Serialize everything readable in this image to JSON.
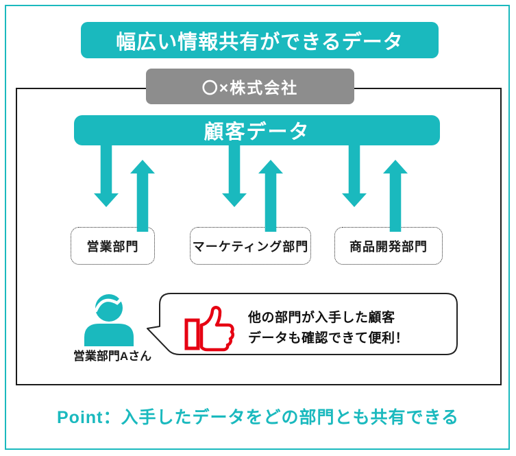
{
  "colors": {
    "teal": "#1ab9be",
    "gray": "#8d8d8d",
    "red": "#e60012",
    "border_black": "#1a1a1a"
  },
  "header": {
    "title": "幅広い情報共有ができるデータ"
  },
  "company": {
    "name": "〇×株式会社"
  },
  "data_banner": {
    "label": "顧客データ"
  },
  "departments": [
    {
      "label": "営業部門"
    },
    {
      "label": "マーケティング部門"
    },
    {
      "label": "商品開発部門"
    }
  ],
  "person": {
    "label": "営業部門Aさん",
    "icon": "person-icon"
  },
  "speech_bubble": {
    "icon": "thumbs-up-icon",
    "line1": "他の部門が入手した顧客",
    "line2": "データも確認できて便利！"
  },
  "footer": {
    "point": "Point：入手したデータをどの部門とも共有できる"
  }
}
